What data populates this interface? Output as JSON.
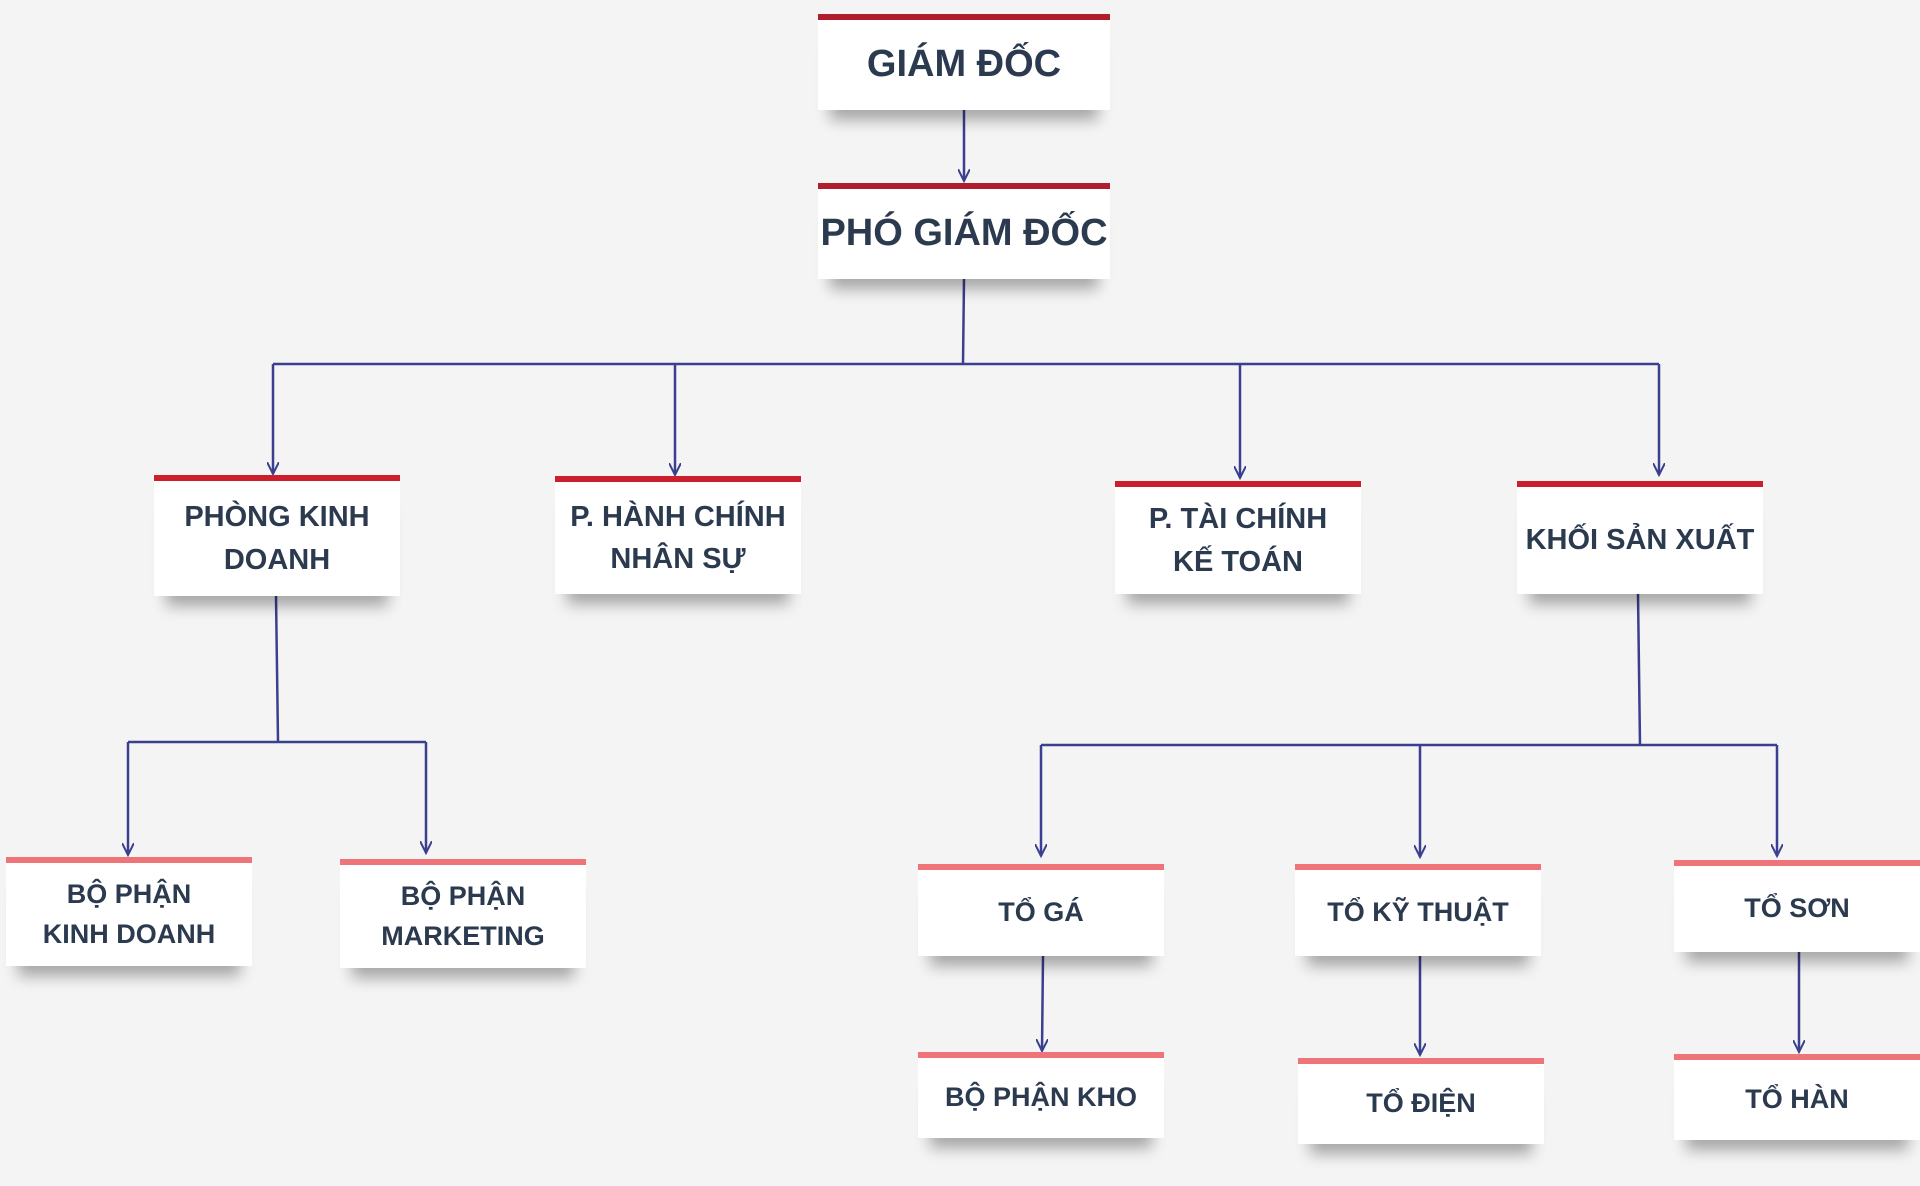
{
  "org_chart": {
    "giam_doc": "GIÁM ĐỐC",
    "pho_giam_doc": "PHÓ GIÁM ĐỐC",
    "phong_kinh_doanh": "PHÒNG KINH\nDOANH",
    "hanh_chinh_nhan_su": "P. HÀNH CHÍNH\nNHÂN SỰ",
    "tai_chinh_ke_toan": "P. TÀI CHÍNH\nKẾ TOÁN",
    "khoi_san_xuat": "KHỐI SẢN XUẤT",
    "bo_phan_kinh_doanh": "BỘ PHẬN\nKINH DOANH",
    "bo_phan_marketing": "BỘ PHẬN\nMARKETING",
    "to_ga": "TỔ GÁ",
    "to_ky_thuat": "TỔ KỸ THUẬT",
    "to_son": "TỔ SƠN",
    "bo_phan_kho": "BỘ PHẬN KHO",
    "to_dien": "TỔ ĐIỆN",
    "to_han": "TỔ HÀN"
  },
  "colors": {
    "connector": "#3b3f8f",
    "background": "#f4f4f4",
    "box_text": "#2b3a4e",
    "accent_dark_red": "#b01e2d",
    "accent_red": "#cc1f2e",
    "accent_light_red": "#ee7479"
  }
}
